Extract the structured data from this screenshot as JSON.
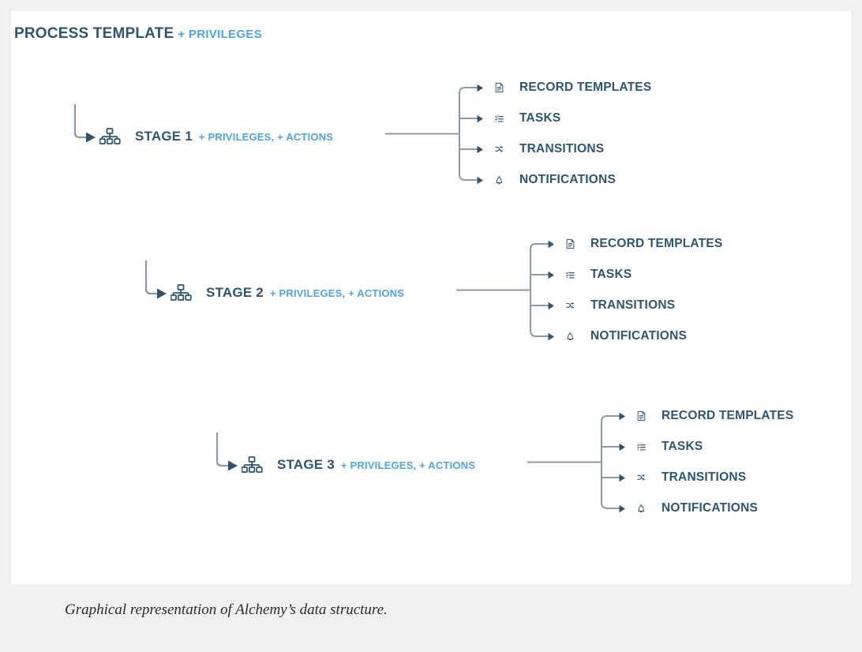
{
  "page": {
    "background_color": "#f0f0f0",
    "card_color": "#ffffff"
  },
  "colors": {
    "text_dark": "#2d5574",
    "accent_blue": "#4da3e8",
    "connector": "#8b9aa8",
    "arrow": "#2d5574"
  },
  "header": {
    "title": "PROCESS TEMPLATE",
    "title_accent": "+ PRIVILEGES"
  },
  "stages": [
    {
      "label": "STAGE 1",
      "accent": "+ PRIVILEGES, + ACTIONS",
      "icon": "sitemap-icon",
      "children": [
        {
          "label": "RECORD TEMPLATES",
          "icon": "document-icon"
        },
        {
          "label": "TASKS",
          "icon": "checklist-icon"
        },
        {
          "label": "TRANSITIONS",
          "icon": "shuffle-icon"
        },
        {
          "label": "NOTIFICATIONS",
          "icon": "bell-icon"
        }
      ]
    },
    {
      "label": "STAGE 2",
      "accent": "+ PRIVILEGES, + ACTIONS",
      "icon": "sitemap-icon",
      "children": [
        {
          "label": "RECORD TEMPLATES",
          "icon": "document-icon"
        },
        {
          "label": "TASKS",
          "icon": "checklist-icon"
        },
        {
          "label": "TRANSITIONS",
          "icon": "shuffle-icon"
        },
        {
          "label": "NOTIFICATIONS",
          "icon": "bell-icon"
        }
      ]
    },
    {
      "label": "STAGE 3",
      "accent": "+ PRIVILEGES, + ACTIONS",
      "icon": "sitemap-icon",
      "children": [
        {
          "label": "RECORD TEMPLATES",
          "icon": "document-icon"
        },
        {
          "label": "TASKS",
          "icon": "checklist-icon"
        },
        {
          "label": "TRANSITIONS",
          "icon": "shuffle-icon"
        },
        {
          "label": "NOTIFICATIONS",
          "icon": "bell-icon"
        }
      ]
    }
  ],
  "caption": "Graphical representation of Alchemy’s data structure."
}
